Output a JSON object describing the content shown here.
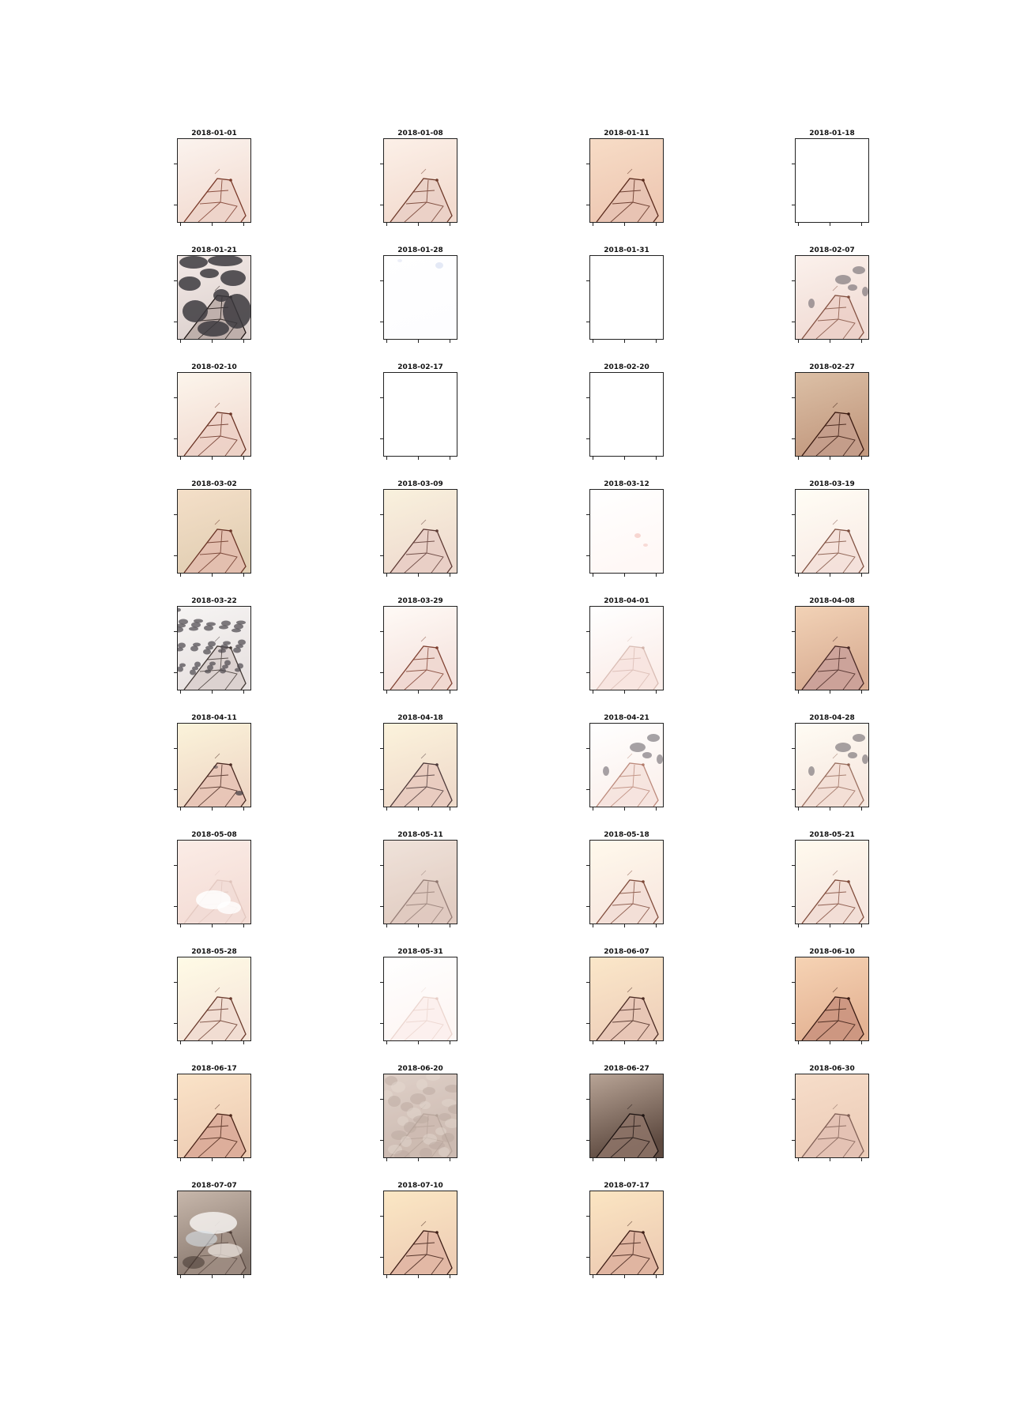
{
  "figure": {
    "panels": [
      {
        "date": "2018-01-01",
        "scene": "clear",
        "tone": [
          "#fbf3ee",
          "#f3ddd3"
        ],
        "fields": "#ecd2c8",
        "outline": "#7a3a2a",
        "clouds": "none",
        "ink": 0.7
      },
      {
        "date": "2018-01-08",
        "scene": "clear",
        "tone": [
          "#fcf0e8",
          "#f3dcd0"
        ],
        "fields": "#e9cfc5",
        "outline": "#6e3a2a",
        "clouds": "none",
        "ink": 0.8
      },
      {
        "date": "2018-01-11",
        "scene": "clear",
        "tone": [
          "#f7dcc6",
          "#eec8b3"
        ],
        "fields": "#e6c2b3",
        "outline": "#5a2a1c",
        "clouds": "none",
        "ink": 0.9
      },
      {
        "date": "2018-01-18",
        "scene": "blank",
        "tone": [
          "#ffffff",
          "#ffffff"
        ],
        "fields": "#ffffff",
        "outline": "#ffffff",
        "clouds": "none",
        "ink": 0.0
      },
      {
        "date": "2018-01-21",
        "scene": "dark-cloud",
        "tone": [
          "#f3e9e6",
          "#ddd2cf"
        ],
        "fields": "#b9a9a4",
        "outline": "#1f1614",
        "clouds": "dark",
        "ink": 1.0
      },
      {
        "date": "2018-01-28",
        "scene": "blank",
        "tone": [
          "#ffffff",
          "#fdfdff"
        ],
        "fields": "#ffffff",
        "outline": "#ffffff",
        "clouds": "faint",
        "ink": 0.0
      },
      {
        "date": "2018-01-31",
        "scene": "blank",
        "tone": [
          "#ffffff",
          "#ffffff"
        ],
        "fields": "#ffffff",
        "outline": "#ffffff",
        "clouds": "none",
        "ink": 0.0
      },
      {
        "date": "2018-02-07",
        "scene": "cloudy",
        "tone": [
          "#fbf1ec",
          "#f1dcd5"
        ],
        "fields": "#ecd0c8",
        "outline": "#7d4a3a",
        "clouds": "grey",
        "ink": 0.6
      },
      {
        "date": "2018-02-10",
        "scene": "clear",
        "tone": [
          "#fcf5ec",
          "#f2dcd2"
        ],
        "fields": "#ecd0c6",
        "outline": "#6a3324",
        "clouds": "none",
        "ink": 0.8
      },
      {
        "date": "2018-02-17",
        "scene": "blank",
        "tone": [
          "#ffffff",
          "#ffffff"
        ],
        "fields": "#ffffff",
        "outline": "#ffffff",
        "clouds": "none",
        "ink": 0.0
      },
      {
        "date": "2018-02-20",
        "scene": "blank",
        "tone": [
          "#ffffff",
          "#ffffff"
        ],
        "fields": "#ffffff",
        "outline": "#ffffff",
        "clouds": "none",
        "ink": 0.0
      },
      {
        "date": "2018-02-27",
        "scene": "clear",
        "tone": [
          "#dcc0a6",
          "#c39a80"
        ],
        "fields": "#c49d8c",
        "outline": "#3a1a10",
        "clouds": "none",
        "ink": 1.0
      },
      {
        "date": "2018-03-02",
        "scene": "clear",
        "tone": [
          "#f4dfc8",
          "#e2cfb4"
        ],
        "fields": "#e3bcae",
        "outline": "#6a3426",
        "clouds": "none",
        "ink": 0.8
      },
      {
        "date": "2018-03-09",
        "scene": "clear",
        "tone": [
          "#f9f1dd",
          "#efdcd0"
        ],
        "fields": "#e8cdc4",
        "outline": "#5e3a34",
        "clouds": "none",
        "ink": 0.8
      },
      {
        "date": "2018-03-12",
        "scene": "blank",
        "tone": [
          "#ffffff",
          "#fff8f6"
        ],
        "fields": "#ffffff",
        "outline": "#ffffff",
        "clouds": "pink",
        "ink": 0.0
      },
      {
        "date": "2018-03-19",
        "scene": "clear",
        "tone": [
          "#fffdf5",
          "#f9ece6"
        ],
        "fields": "#f3dfd8",
        "outline": "#7a4a3a",
        "clouds": "none",
        "ink": 0.6
      },
      {
        "date": "2018-03-22",
        "scene": "dark-cloud",
        "tone": [
          "#f6f4f3",
          "#e8e2e1"
        ],
        "fields": "#d9cfcc",
        "outline": "#3a302c",
        "clouds": "spots",
        "ink": 0.6
      },
      {
        "date": "2018-03-29",
        "scene": "clear",
        "tone": [
          "#fffaf6",
          "#f5e3de"
        ],
        "fields": "#efd6cf",
        "outline": "#7a3a2a",
        "clouds": "none",
        "ink": 0.6
      },
      {
        "date": "2018-04-01",
        "scene": "faint",
        "tone": [
          "#ffffff",
          "#fbeeea"
        ],
        "fields": "#f7e3de",
        "outline": "#c8a49a",
        "clouds": "none",
        "ink": 0.3
      },
      {
        "date": "2018-04-08",
        "scene": "clear",
        "tone": [
          "#f2d2b6",
          "#d9ae94"
        ],
        "fields": "#c9a09a",
        "outline": "#4a2a26",
        "clouds": "none",
        "ink": 0.8
      },
      {
        "date": "2018-04-11",
        "scene": "clear",
        "tone": [
          "#fbf3da",
          "#efd8c6"
        ],
        "fields": "#e6c2b4",
        "outline": "#4a2a22",
        "clouds": "small",
        "ink": 0.9
      },
      {
        "date": "2018-04-18",
        "scene": "clear",
        "tone": [
          "#fcf3dc",
          "#f0dccc"
        ],
        "fields": "#e8c9bd",
        "outline": "#4e3a3a",
        "clouds": "none",
        "ink": 0.8
      },
      {
        "date": "2018-04-21",
        "scene": "cloudy",
        "tone": [
          "#ffffff",
          "#fbf1ed"
        ],
        "fields": "#f5e2dc",
        "outline": "#a86a58",
        "clouds": "grey",
        "ink": 0.4
      },
      {
        "date": "2018-04-28",
        "scene": "cloudy",
        "tone": [
          "#fffcf4",
          "#f7e8e0"
        ],
        "fields": "#f2ddd4",
        "outline": "#8a5a4a",
        "clouds": "grey",
        "ink": 0.5
      },
      {
        "date": "2018-05-08",
        "scene": "faint",
        "tone": [
          "#fbece6",
          "#f4ddd6"
        ],
        "fields": "#f1dcd6",
        "outline": "#d6b6ad",
        "clouds": "white",
        "ink": 0.2
      },
      {
        "date": "2018-05-11",
        "scene": "hazy",
        "tone": [
          "#ecdcd2",
          "#dcc3b6"
        ],
        "fields": "#d8bdb2",
        "outline": "#6e5048",
        "clouds": "none",
        "ink": 0.5
      },
      {
        "date": "2018-05-18",
        "scene": "clear",
        "tone": [
          "#fff9ec",
          "#f8e8e0"
        ],
        "fields": "#f2ddd5",
        "outline": "#7a4434",
        "clouds": "none",
        "ink": 0.6
      },
      {
        "date": "2018-05-21",
        "scene": "clear",
        "tone": [
          "#fffaee",
          "#f7e7e0"
        ],
        "fields": "#f1dcd4",
        "outline": "#7a4434",
        "clouds": "none",
        "ink": 0.6
      },
      {
        "date": "2018-05-28",
        "scene": "clear",
        "tone": [
          "#fffbe6",
          "#f6e6da"
        ],
        "fields": "#f0dad0",
        "outline": "#6a3a2c",
        "clouds": "none",
        "ink": 0.7
      },
      {
        "date": "2018-05-31",
        "scene": "faint",
        "tone": [
          "#ffffff",
          "#fdf6f4"
        ],
        "fields": "#fbefec",
        "outline": "#e0c2b8",
        "clouds": "none",
        "ink": 0.25
      },
      {
        "date": "2018-06-07",
        "scene": "clear",
        "tone": [
          "#fbe7c9",
          "#efd1bb"
        ],
        "fields": "#e6c4b5",
        "outline": "#4a2a22",
        "clouds": "none",
        "ink": 0.9
      },
      {
        "date": "2018-06-10",
        "scene": "clear",
        "tone": [
          "#f6d3b4",
          "#e4b394"
        ],
        "fields": "#c9927e",
        "outline": "#3a1c14",
        "clouds": "none",
        "ink": 1.0
      },
      {
        "date": "2018-06-17",
        "scene": "clear",
        "tone": [
          "#fae3c8",
          "#eecdb4"
        ],
        "fields": "#d9a896",
        "outline": "#4a2418",
        "clouds": "none",
        "ink": 0.9
      },
      {
        "date": "2018-06-20",
        "scene": "hazy",
        "tone": [
          "#d8c6bc",
          "#c1aba0"
        ],
        "fields": "#c3aca0",
        "outline": "#9a8478",
        "clouds": "mottle",
        "ink": 0.3
      },
      {
        "date": "2018-06-27",
        "scene": "clear",
        "tone": [
          "#b8a496",
          "#5e4a40"
        ],
        "fields": "#8e7468",
        "outline": "#1e1412",
        "clouds": "none",
        "ink": 1.0
      },
      {
        "date": "2018-06-30",
        "scene": "clear",
        "tone": [
          "#f6ddc9",
          "#edcdb9"
        ],
        "fields": "#e2c0b3",
        "outline": "#7a5a50",
        "clouds": "none",
        "ink": 0.6
      },
      {
        "date": "2018-07-07",
        "scene": "dark-cloud",
        "tone": [
          "#c7b7ab",
          "#8a7a70"
        ],
        "fields": "#a08e84",
        "outline": "#3a2a24",
        "clouds": "swirl",
        "ink": 0.3
      },
      {
        "date": "2018-07-10",
        "scene": "clear",
        "tone": [
          "#fbe7c4",
          "#efcfb6"
        ],
        "fields": "#dfb4a2",
        "outline": "#3e1e16",
        "clouds": "none",
        "ink": 1.0
      },
      {
        "date": "2018-07-17",
        "scene": "clear",
        "tone": [
          "#fbe5c2",
          "#eecdb4"
        ],
        "fields": "#ddb09e",
        "outline": "#3e1e16",
        "clouds": "none",
        "ink": 1.0
      }
    ]
  }
}
